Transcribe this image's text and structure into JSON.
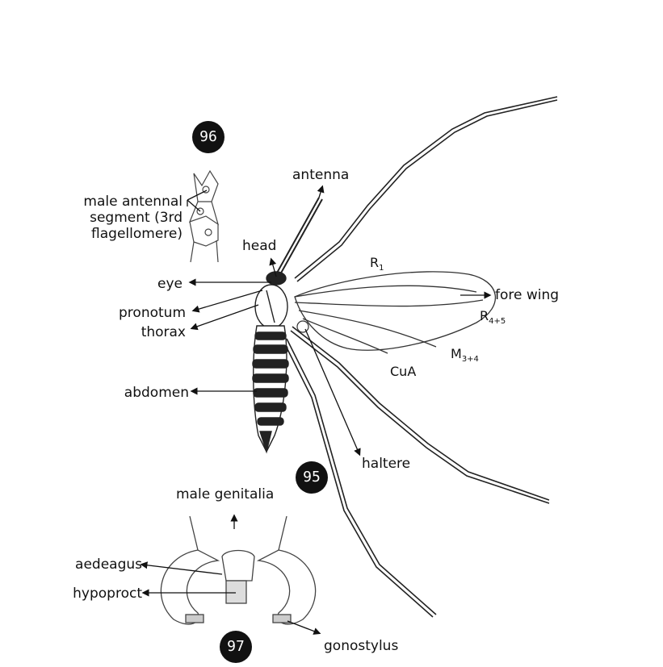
{
  "figure_numbers": {
    "main": "95",
    "antenna_detail": "96",
    "genitalia_detail": "97"
  },
  "labels": {
    "antenna": "antenna",
    "head": "head",
    "eye": "eye",
    "pronotum": "pronotum",
    "thorax": "thorax",
    "abdomen": "abdomen",
    "fore_wing": "fore wing",
    "haltere": "haltere",
    "male_antennal_segment": "male antennal segment (3rd flagellomere)",
    "male_genitalia": "male genitalia",
    "aedeagus": "aedeagus",
    "hypoproct": "hypoproct",
    "gonostylus": "gonostylus"
  },
  "veins": [
    {
      "base": "R",
      "sub": "1"
    },
    {
      "base": "R",
      "sub": "4+5"
    },
    {
      "base": "M",
      "sub": "3+4"
    },
    {
      "base": "CuA",
      "sub": ""
    }
  ]
}
